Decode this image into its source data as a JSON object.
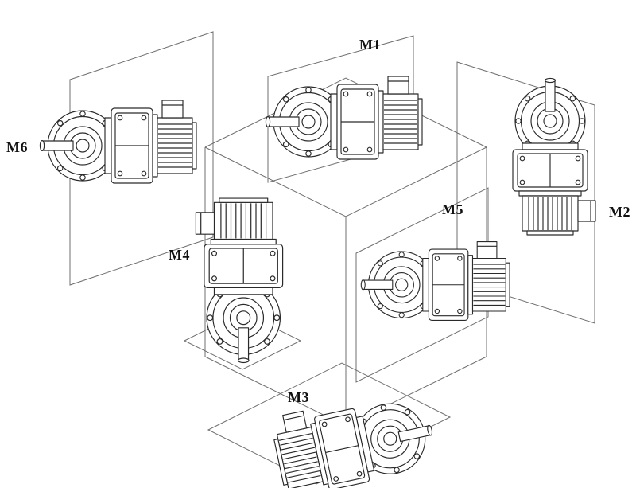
{
  "diagram": {
    "labels": {
      "m1": "M1",
      "m2": "M2",
      "m3": "M3",
      "m4": "M4",
      "m5": "M5",
      "m6": "M6"
    },
    "colors": {
      "line": "#2a2a2a",
      "panel": "#6f6f6f",
      "background": "#ffffff"
    }
  }
}
